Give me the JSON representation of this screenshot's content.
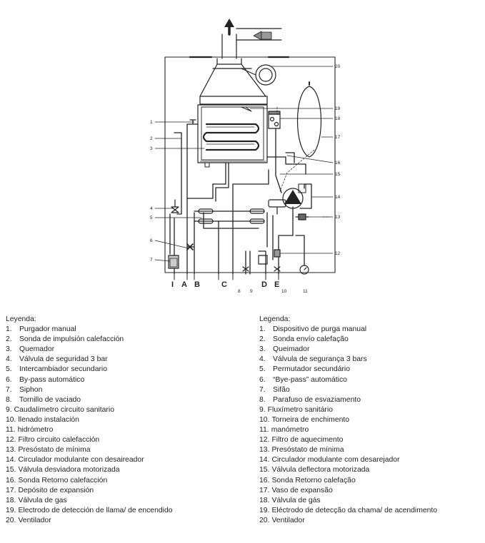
{
  "diagram": {
    "callouts_left": [
      "1",
      "2",
      "3",
      "4",
      "5",
      "6",
      "7"
    ],
    "callouts_right": [
      "20",
      "19",
      "18",
      "17",
      "16",
      "15",
      "14",
      "13",
      "12"
    ],
    "connections": [
      "I",
      "A",
      "B",
      "C",
      "D",
      "E"
    ],
    "sub_labels": [
      "8",
      "9",
      "10",
      "11"
    ]
  },
  "legend_es": {
    "title": "Leyenda:",
    "items": [
      {
        "num": "1.",
        "text": "Purgador manual"
      },
      {
        "num": "2.",
        "text": "Sonda de impulsión calefacción"
      },
      {
        "num": "3.",
        "text": "Quemador"
      },
      {
        "num": "4.",
        "text": "Válvula de seguridad 3 bar"
      },
      {
        "num": "5.",
        "text": "Intercambiador secundario"
      },
      {
        "num": "6.",
        "text": "By-pass automático"
      },
      {
        "num": "7.",
        "text": "Siphon"
      },
      {
        "num": "8.",
        "text": "Tornillo de vaciado"
      },
      {
        "num": "9.",
        "text": "Caudalímetro circuito sanitario"
      },
      {
        "num": "10.",
        "text": "llenado instalación"
      },
      {
        "num": "11.",
        "text": "hidrómetro"
      },
      {
        "num": "12.",
        "text": "Filtro circuito calefacción"
      },
      {
        "num": "13.",
        "text": "Presóstato de mínima"
      },
      {
        "num": "14.",
        "text": "Circulador modulante con desaireador"
      },
      {
        "num": "15.",
        "text": "Válvula desviadora motorizada"
      },
      {
        "num": "16.",
        "text": "Sonda Retorno calefacción"
      },
      {
        "num": "17.",
        "text": "Depósito de expansión"
      },
      {
        "num": "18.",
        "text": "Válvula de gas"
      },
      {
        "num": "19.",
        "text": "Electrodo de detección de llama/ de encendido"
      },
      {
        "num": "20.",
        "text": "Ventilador"
      }
    ]
  },
  "legend_pt": {
    "title": "Legenda:",
    "items": [
      {
        "num": "1.",
        "text": "Dispositivo de purga manual"
      },
      {
        "num": "2.",
        "text": "Sonda envío calefação"
      },
      {
        "num": "3.",
        "text": "Queimador"
      },
      {
        "num": "4.",
        "text": "Válvula de segurança 3 bars"
      },
      {
        "num": "5.",
        "text": "Permutador secundário"
      },
      {
        "num": "6.",
        "text": "“Bye-pass” automático"
      },
      {
        "num": "7.",
        "text": "Sifão"
      },
      {
        "num": "8.",
        "text": "Parafuso de esvaziamento"
      },
      {
        "num": "9.",
        "text": "Fluxímetro sanitário"
      },
      {
        "num": "10.",
        "text": "Torneira de enchimento"
      },
      {
        "num": "11.",
        "text": "manómetro"
      },
      {
        "num": "12.",
        "text": "Filtro de aquecimento"
      },
      {
        "num": "13.",
        "text": "Presóstato de mínima"
      },
      {
        "num": "14.",
        "text": "Circulador modulante com desarejador"
      },
      {
        "num": "15.",
        "text": "Válvula deflectora motorizada"
      },
      {
        "num": "16.",
        "text": "Sonda Retorno calefação"
      },
      {
        "num": "17.",
        "text": "Vaso de expansão"
      },
      {
        "num": "18.",
        "text": "Válvula de gás"
      },
      {
        "num": "19.",
        "text": "Eléctrodo de detecção da chama/ de acendimento"
      },
      {
        "num": "20.",
        "text": "Ventilador"
      }
    ]
  }
}
